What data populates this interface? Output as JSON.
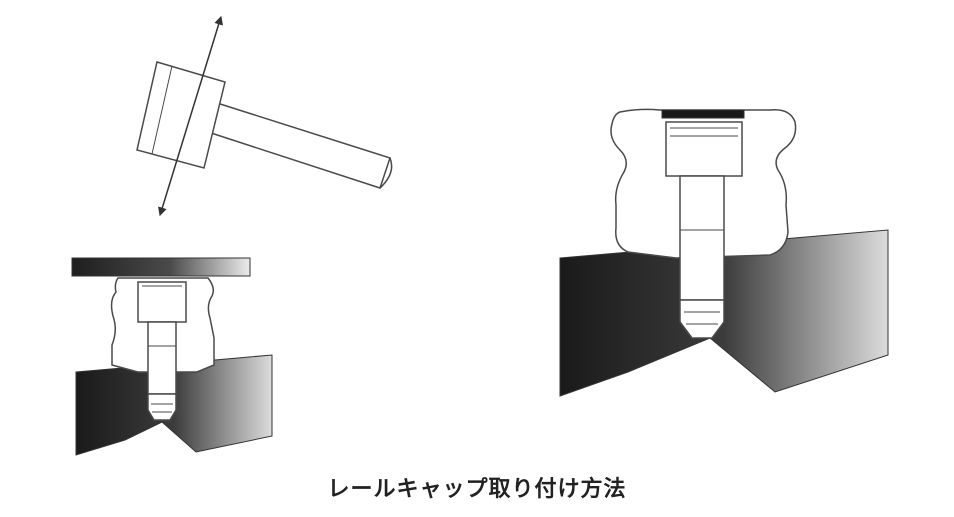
{
  "caption": "レールキャップ取り付け方法",
  "colors": {
    "outline": "#4a4a4a",
    "rail_dark": "#1a1a1a",
    "rail_light": "#e0e0e0",
    "background": "#ffffff"
  },
  "panels": [
    {
      "step": "strike",
      "icon": "hammer-icon"
    },
    {
      "step": "press",
      "icon": "flat-plate"
    },
    {
      "step": "installed",
      "icon": "cap-installed"
    }
  ]
}
